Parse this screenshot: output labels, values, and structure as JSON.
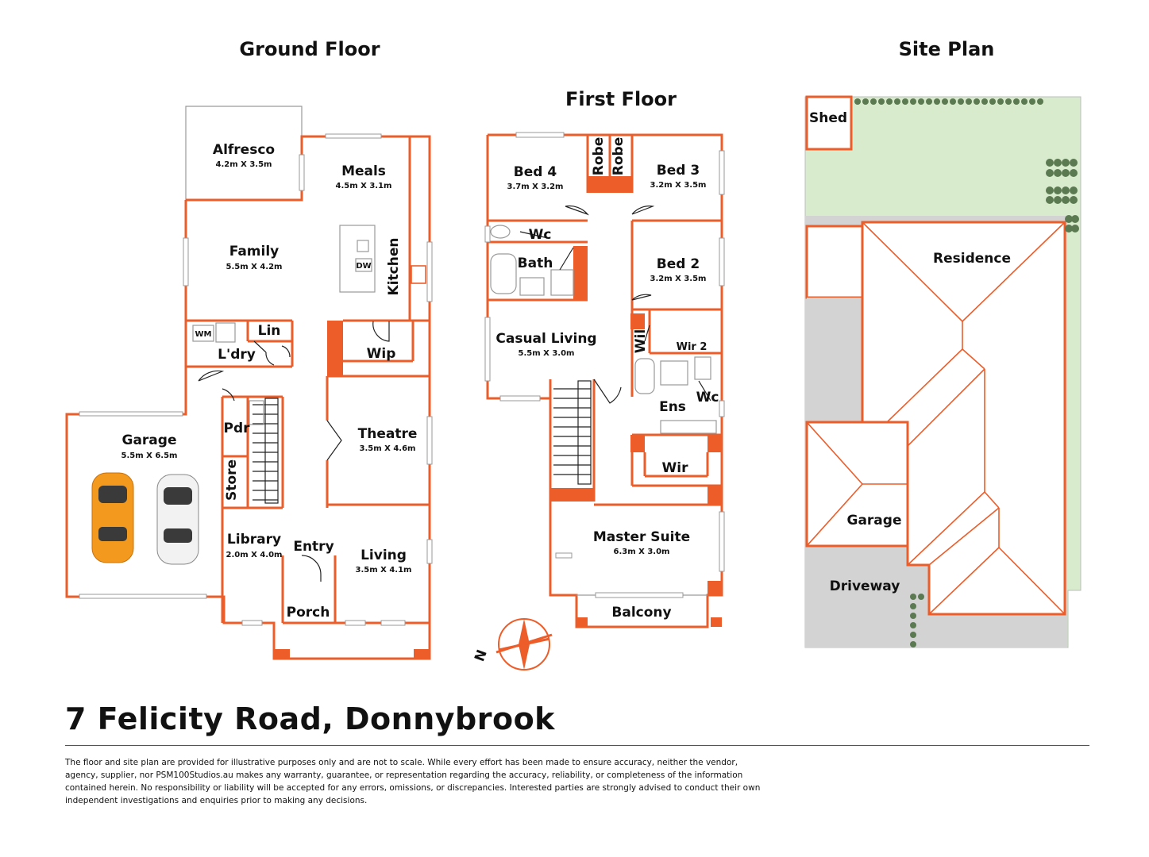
{
  "headings": {
    "ground_floor": "Ground Floor",
    "first_floor": "First Floor",
    "site_plan": "Site Plan"
  },
  "ground_floor": {
    "alfresco": {
      "name": "Alfresco",
      "size": "4.2m X 3.5m"
    },
    "meals": {
      "name": "Meals",
      "size": "4.5m X 3.1m"
    },
    "family": {
      "name": "Family",
      "size": "5.5m X 4.2m"
    },
    "kitchen": "Kitchen",
    "dw": "DW",
    "wm": "WM",
    "lin": "Lin",
    "laundry": "L'dry",
    "wip": "Wip",
    "garage": {
      "name": "Garage",
      "size": "5.5m X 6.5m"
    },
    "pdr": "Pdr",
    "store": "Store",
    "theatre": {
      "name": "Theatre",
      "size": "3.5m X 4.6m"
    },
    "library": {
      "name": "Library",
      "size": "2.0m X 4.0m"
    },
    "entry": "Entry",
    "living": {
      "name": "Living",
      "size": "3.5m X 4.1m"
    },
    "porch": "Porch"
  },
  "first_floor": {
    "bed4": {
      "name": "Bed 4",
      "size": "3.7m X 3.2m"
    },
    "robe1": "Robe",
    "robe2": "Robe",
    "bed3": {
      "name": "Bed 3",
      "size": "3.2m X 3.5m"
    },
    "wc1": "Wc",
    "bath": "Bath",
    "bed2": {
      "name": "Bed 2",
      "size": "3.2m X 3.5m"
    },
    "casual_living": {
      "name": "Casual Living",
      "size": "5.5m X 3.0m"
    },
    "wil": "Wil",
    "wir2": "Wir 2",
    "ens": "Ens",
    "wc2": "Wc",
    "wir": "Wir",
    "master_suite": {
      "name": "Master Suite",
      "size": "6.3m X 3.0m"
    },
    "balcony": "Balcony",
    "north": "N"
  },
  "site_plan": {
    "shed": "Shed",
    "residence": "Residence",
    "garage": "Garage",
    "driveway": "Driveway"
  },
  "footer": {
    "address": "7 Felicity Road, Donnybrook",
    "disclaimer": "The floor and site plan are provided for illustrative purposes only and are not to scale. While every effort has been made to ensure accuracy, neither the vendor, agency, supplier, nor PSM100Studios.au makes any warranty, guarantee, or representation regarding the accuracy, reliability, or completeness of the information contained herein. No responsibility or liability will be accepted for any errors, omissions, or discrepancies. Interested parties are strongly advised to conduct their own independent investigations and enquiries prior to making any decisions."
  },
  "colors": {
    "wall": "#ec5d2a",
    "lawn": "#d8ebcc",
    "paving": "#d3d3d3",
    "shrub": "#5c7a52",
    "car_orange": "#f39a1e",
    "car_white": "#f2f2f2"
  }
}
